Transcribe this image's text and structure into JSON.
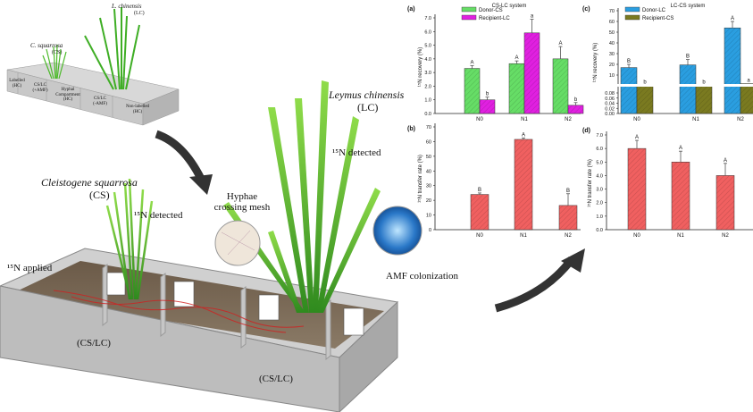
{
  "top_diagram": {
    "lc_name": "L. chinensis",
    "lc_abbr": "(LC)",
    "cs_name": "C. squarrosa",
    "cs_abbr": "(CS)",
    "compartments": [
      {
        "name": "Labelled",
        "sub": "(HC)"
      },
      {
        "name": "CS/LC",
        "sub": "(+AMF)"
      },
      {
        "name": "Hyphal Compartment",
        "sub": "(HC)"
      },
      {
        "name": "CS/LC",
        "sub": "(-AMF)"
      },
      {
        "name": "Non-labelled",
        "sub": "(HC)"
      }
    ]
  },
  "illustration": {
    "lc_name": "Leymus chinensis",
    "lc_abbr": "(LC)",
    "cs_name": "Cleistogene squarrosa",
    "cs_abbr": "(CS)",
    "n_detected_lc": "¹⁵N detected",
    "n_detected_cs": "¹⁵N detected",
    "hyphae_label": "Hyphae crossing mesh",
    "amf_label": "AMF colonization",
    "n_applied": "¹⁵N applied",
    "compartment_left": "(CS/LC)",
    "compartment_right": "(CS/LC)"
  },
  "colors": {
    "donor_cs": "#66dd66",
    "recipient_lc": "#e020e0",
    "donor_lc": "#2a9ee0",
    "recipient_cs": "#7a7a20",
    "transfer": "#f06060"
  },
  "chart_data": [
    {
      "panel": "(a)",
      "type": "bar",
      "title": "CS-LC system",
      "ylabel": "¹⁵N recovery (%)",
      "ylim": [
        0,
        7
      ],
      "yticks": [
        "0.0",
        "1.0",
        "2.0",
        "3.0",
        "4.0",
        "5.0",
        "6.0",
        "7.0"
      ],
      "categories": [
        "N0",
        "N1",
        "N2"
      ],
      "series": [
        {
          "name": "Donor-CS",
          "values": [
            3.3,
            3.65,
            4.0
          ],
          "errors": [
            0.2,
            0.2,
            0.9
          ],
          "letters": [
            "A",
            "A",
            "A"
          ]
        },
        {
          "name": "Recipient-LC",
          "values": [
            1.0,
            5.9,
            0.6
          ],
          "errors": [
            0.2,
            1.0,
            0.2
          ],
          "letters": [
            "b",
            "a",
            "b"
          ]
        }
      ]
    },
    {
      "panel": "(c)",
      "type": "bar",
      "title": "LC-CS system",
      "ylabel": "¹⁵N recovery (%)",
      "ylim": [
        0,
        70
      ],
      "broken_axis": [
        0.1,
        10
      ],
      "yticks_upper": [
        "10",
        "20",
        "30",
        "40",
        "50",
        "60",
        "70"
      ],
      "yticks_lower": [
        "0.00",
        "0.02",
        "0.04",
        "0.06",
        "0.08"
      ],
      "categories": [
        "N0",
        "N1",
        "N2"
      ],
      "series": [
        {
          "name": "Donor-LC",
          "values": [
            17,
            19.5,
            54
          ],
          "errors": [
            3,
            5,
            6
          ],
          "letters": [
            "B",
            "B",
            "A"
          ]
        },
        {
          "name": "Recipient-CS",
          "values": [
            0.5,
            0.5,
            2
          ],
          "errors": [
            0,
            0,
            0
          ],
          "letters": [
            "b",
            "b",
            "a"
          ]
        }
      ]
    },
    {
      "panel": "(b)",
      "type": "bar",
      "title": "",
      "ylabel": "¹⁵N transfer rate (%)",
      "ylim": [
        0,
        70
      ],
      "yticks": [
        "0",
        "10",
        "20",
        "30",
        "40",
        "50",
        "60",
        "70"
      ],
      "categories": [
        "N0",
        "N1",
        "N2"
      ],
      "series": [
        {
          "name": "Transfer rate",
          "values": [
            24,
            61.5,
            16.5
          ],
          "errors": [
            1,
            1,
            8
          ],
          "letters": [
            "B",
            "A",
            "B"
          ]
        }
      ]
    },
    {
      "panel": "(d)",
      "type": "bar",
      "title": "",
      "ylabel": "¹⁵N transfer rate (%)",
      "ylim": [
        0,
        7
      ],
      "yticks": [
        "0.0",
        "1.0",
        "2.0",
        "3.0",
        "4.0",
        "5.0",
        "6.0",
        "7.0"
      ],
      "categories": [
        "N0",
        "N1",
        "N2"
      ],
      "series": [
        {
          "name": "Transfer rate",
          "values": [
            6.0,
            5.0,
            4.0
          ],
          "errors": [
            0.6,
            0.8,
            0.9
          ],
          "letters": [
            "A",
            "A",
            "A"
          ]
        }
      ]
    }
  ]
}
